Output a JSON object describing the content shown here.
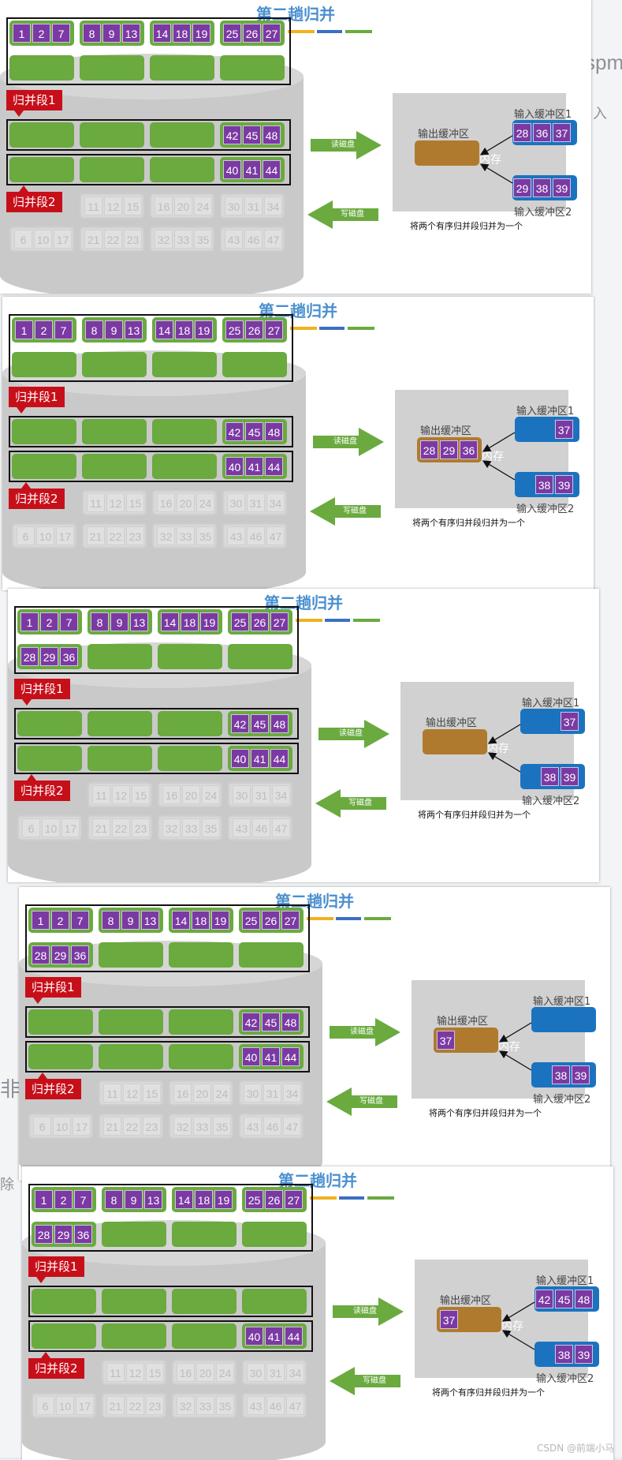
{
  "background_text": [
    "spm",
    "非序",
    "入",
    "除"
  ],
  "colors": {
    "title": "#4a8fd0",
    "block_green": "#6aaa3f",
    "cell_purple": "#7b3aa3",
    "tag_red": "#c70f1a",
    "output_buffer": "#b07a2e",
    "input_buffer": "#1b73c0",
    "legend": [
      "#f0b21f",
      "#3b6fc2",
      "#6aaa3f"
    ]
  },
  "panels": [
    {
      "title": "第二趟归并",
      "top_rows": [
        [
          [
            "1",
            "2",
            "7"
          ],
          [
            "8",
            "9",
            "13"
          ],
          [
            "14",
            "18",
            "19"
          ],
          [
            "25",
            "26",
            "27"
          ]
        ],
        [
          [],
          [],
          [],
          []
        ]
      ],
      "tag1": "归并段1",
      "seg1_rows": [
        [
          [],
          [],
          [],
          [
            "42",
            "45",
            "48"
          ]
        ],
        [
          [],
          [],
          [],
          [
            "40",
            "41",
            "44"
          ]
        ]
      ],
      "tag2": "归并段2",
      "faded_rows": [
        [
          [],
          [
            "11",
            "12",
            "15"
          ],
          [
            "16",
            "20",
            "24"
          ],
          [
            "30",
            "31",
            "34"
          ]
        ],
        [
          [
            "6",
            "10",
            "17"
          ],
          [
            "21",
            "22",
            "23"
          ],
          [
            "32",
            "33",
            "35"
          ],
          [
            "43",
            "46",
            "47"
          ]
        ]
      ],
      "read_label": "读磁盘",
      "write_label": "写磁盘",
      "memory": {
        "output_label": "输出缓冲区",
        "output_cells": [],
        "input1_label": "输入缓冲区1",
        "input1_cells": [
          "28",
          "36",
          "37"
        ],
        "input2_label": "输入缓冲区2",
        "input2_cells": [
          "29",
          "38",
          "39"
        ],
        "core_label": "内存"
      },
      "caption": "将两个有序归并段归并为一个"
    },
    {
      "title": "第二趟归并",
      "top_rows": [
        [
          [
            "1",
            "2",
            "7"
          ],
          [
            "8",
            "9",
            "13"
          ],
          [
            "14",
            "18",
            "19"
          ],
          [
            "25",
            "26",
            "27"
          ]
        ],
        [
          [],
          [],
          [],
          []
        ]
      ],
      "tag1": "归并段1",
      "seg1_rows": [
        [
          [],
          [],
          [],
          [
            "42",
            "45",
            "48"
          ]
        ],
        [
          [],
          [],
          [],
          [
            "40",
            "41",
            "44"
          ]
        ]
      ],
      "tag2": "归并段2",
      "faded_rows": [
        [
          [],
          [
            "11",
            "12",
            "15"
          ],
          [
            "16",
            "20",
            "24"
          ],
          [
            "30",
            "31",
            "34"
          ]
        ],
        [
          [
            "6",
            "10",
            "17"
          ],
          [
            "21",
            "22",
            "23"
          ],
          [
            "32",
            "33",
            "35"
          ],
          [
            "43",
            "46",
            "47"
          ]
        ]
      ],
      "read_label": "读磁盘",
      "write_label": "写磁盘",
      "memory": {
        "output_label": "输出缓冲区",
        "output_cells": [
          "28",
          "29",
          "36"
        ],
        "input1_label": "输入缓冲区1",
        "input1_cells": [
          "37"
        ],
        "input2_label": "输入缓冲区2",
        "input2_cells": [
          "38",
          "39"
        ],
        "core_label": "内存"
      },
      "caption": "将两个有序归并段归并为一个"
    },
    {
      "title": "第二趟归并",
      "top_rows": [
        [
          [
            "1",
            "2",
            "7"
          ],
          [
            "8",
            "9",
            "13"
          ],
          [
            "14",
            "18",
            "19"
          ],
          [
            "25",
            "26",
            "27"
          ]
        ],
        [
          [
            "28",
            "29",
            "36"
          ],
          [],
          [],
          []
        ]
      ],
      "tag1": "归并段1",
      "seg1_rows": [
        [
          [],
          [],
          [],
          [
            "42",
            "45",
            "48"
          ]
        ],
        [
          [],
          [],
          [],
          [
            "40",
            "41",
            "44"
          ]
        ]
      ],
      "tag2": "归并段2",
      "faded_rows": [
        [
          [],
          [
            "11",
            "12",
            "15"
          ],
          [
            "16",
            "20",
            "24"
          ],
          [
            "30",
            "31",
            "34"
          ]
        ],
        [
          [
            "6",
            "10",
            "17"
          ],
          [
            "21",
            "22",
            "23"
          ],
          [
            "32",
            "33",
            "35"
          ],
          [
            "43",
            "46",
            "47"
          ]
        ]
      ],
      "read_label": "读磁盘",
      "write_label": "写磁盘",
      "memory": {
        "output_label": "输出缓冲区",
        "output_cells": [],
        "input1_label": "输入缓冲区1",
        "input1_cells": [
          "37"
        ],
        "input2_label": "输入缓冲区2",
        "input2_cells": [
          "38",
          "39"
        ],
        "core_label": "内存"
      },
      "caption": "将两个有序归并段归并为一个"
    },
    {
      "title": "第二趟归并",
      "top_rows": [
        [
          [
            "1",
            "2",
            "7"
          ],
          [
            "8",
            "9",
            "13"
          ],
          [
            "14",
            "18",
            "19"
          ],
          [
            "25",
            "26",
            "27"
          ]
        ],
        [
          [
            "28",
            "29",
            "36"
          ],
          [],
          [],
          []
        ]
      ],
      "tag1": "归并段1",
      "seg1_rows": [
        [
          [],
          [],
          [],
          [
            "42",
            "45",
            "48"
          ]
        ],
        [
          [],
          [],
          [],
          [
            "40",
            "41",
            "44"
          ]
        ]
      ],
      "tag2": "归并段2",
      "faded_rows": [
        [
          [],
          [
            "11",
            "12",
            "15"
          ],
          [
            "16",
            "20",
            "24"
          ],
          [
            "30",
            "31",
            "34"
          ]
        ],
        [
          [
            "6",
            "10",
            "17"
          ],
          [
            "21",
            "22",
            "23"
          ],
          [
            "32",
            "33",
            "35"
          ],
          [
            "43",
            "46",
            "47"
          ]
        ]
      ],
      "read_label": "读磁盘",
      "write_label": "写磁盘",
      "memory": {
        "output_label": "输出缓冲区",
        "output_cells": [
          "37"
        ],
        "input1_label": "输入缓冲区1",
        "input1_cells": [],
        "input2_label": "输入缓冲区2",
        "input2_cells": [
          "38",
          "39"
        ],
        "core_label": "内存"
      },
      "caption": "将两个有序归并段归并为一个"
    },
    {
      "title": "第二趟归并",
      "top_rows": [
        [
          [
            "1",
            "2",
            "7"
          ],
          [
            "8",
            "9",
            "13"
          ],
          [
            "14",
            "18",
            "19"
          ],
          [
            "25",
            "26",
            "27"
          ]
        ],
        [
          [
            "28",
            "29",
            "36"
          ],
          [],
          [],
          []
        ]
      ],
      "tag1": "归并段1",
      "seg1_rows": [
        [
          [],
          [],
          [],
          []
        ],
        [
          [],
          [],
          [],
          [
            "40",
            "41",
            "44"
          ]
        ]
      ],
      "tag2": "归并段2",
      "faded_rows": [
        [
          [],
          [
            "11",
            "12",
            "15"
          ],
          [
            "16",
            "20",
            "24"
          ],
          [
            "30",
            "31",
            "34"
          ]
        ],
        [
          [
            "6",
            "10",
            "17"
          ],
          [
            "21",
            "22",
            "23"
          ],
          [
            "32",
            "33",
            "35"
          ],
          [
            "43",
            "46",
            "47"
          ]
        ]
      ],
      "read_label": "读磁盘",
      "write_label": "写磁盘",
      "memory": {
        "output_label": "输出缓冲区",
        "output_cells": [
          "37"
        ],
        "input1_label": "输入缓冲区1",
        "input1_cells": [
          "42",
          "45",
          "48"
        ],
        "input2_label": "输入缓冲区2",
        "input2_cells": [
          "38",
          "39"
        ],
        "core_label": "内存"
      },
      "caption": "将两个有序归并段归并为一个"
    }
  ],
  "watermark": "CSDN @前端小马"
}
